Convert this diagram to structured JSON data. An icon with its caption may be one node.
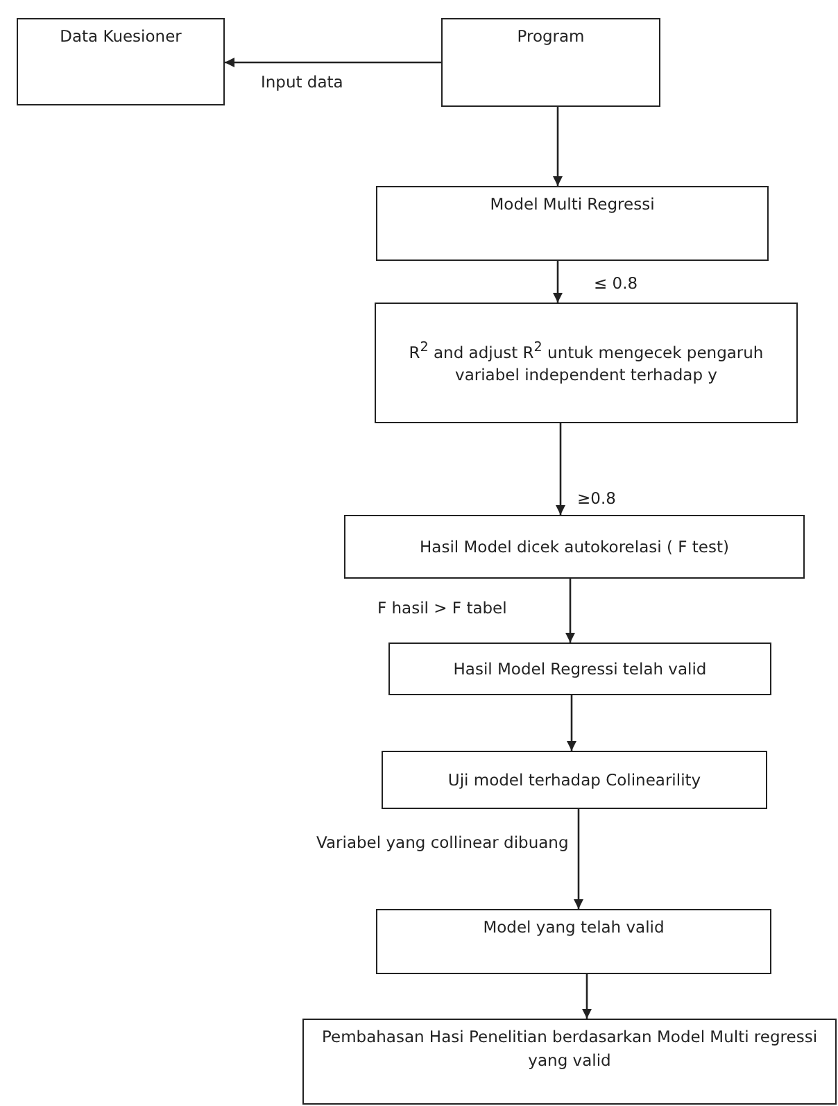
{
  "diagram": {
    "nodes": [
      {
        "text": [
          "Data Kuesioner"
        ]
      },
      {
        "text": [
          "Program"
        ]
      },
      {
        "text": [
          "Model Multi Regressi"
        ]
      },
      {
        "text": [
          "R$^{2}$ and adjust R$^{2}$ untuk mengecek pengaruh variabel independent terhadap y"
        ]
      },
      {
        "text": [
          "Hasil Model dicek autokorelasi ( F test)"
        ]
      },
      {
        "text": [
          "Hasil Model Regressi telah valid"
        ]
      },
      {
        "text": [
          "Uji model terhadap Colinearility"
        ]
      },
      {
        "text": [
          "Model yang telah valid"
        ]
      },
      {
        "text": [
          "Pembahasan  Hasi Penelitian berdasarkan Model Multi regressi yang valid"
        ]
      }
    ],
    "edges": [
      {
        "from": 1,
        "to": 0,
        "arrow": "to",
        "label": "Input data"
      },
      {
        "from": 1,
        "to": 2,
        "arrow": "to"
      },
      {
        "from": 2,
        "to": 3,
        "arrow": "to",
        "label": "≤ 0.8"
      },
      {
        "from": 3,
        "to": 4,
        "arrow": "to",
        "label": "≥0.8"
      },
      {
        "from": 4,
        "to": 5,
        "arrow": "to",
        "label": "F hasil > F tabel"
      },
      {
        "from": 5,
        "to": 6,
        "arrow": "to"
      },
      {
        "from": 6,
        "to": 7,
        "arrow": "to",
        "label": "Variabel yang collinear dibuang"
      },
      {
        "from": 7,
        "to": 8,
        "arrow": "to"
      }
    ]
  }
}
